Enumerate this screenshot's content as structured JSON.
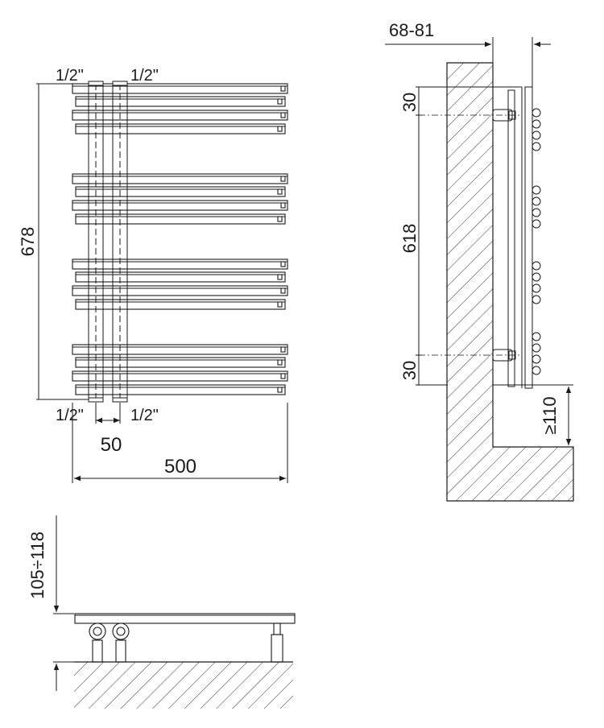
{
  "front_view": {
    "pipe_top_left": "1/2\"",
    "pipe_top_right": "1/2\"",
    "pipe_bottom_left": "1/2\"",
    "pipe_bottom_right": "1/2\"",
    "height": "678",
    "pipe_spacing": "50",
    "width": "500"
  },
  "side_view": {
    "wall_distance": "68-81",
    "top_offset": "30",
    "bracket_spacing": "618",
    "bottom_offset": "30",
    "floor_clearance": "≥110"
  },
  "plan_view": {
    "depth_range": "105÷118"
  }
}
